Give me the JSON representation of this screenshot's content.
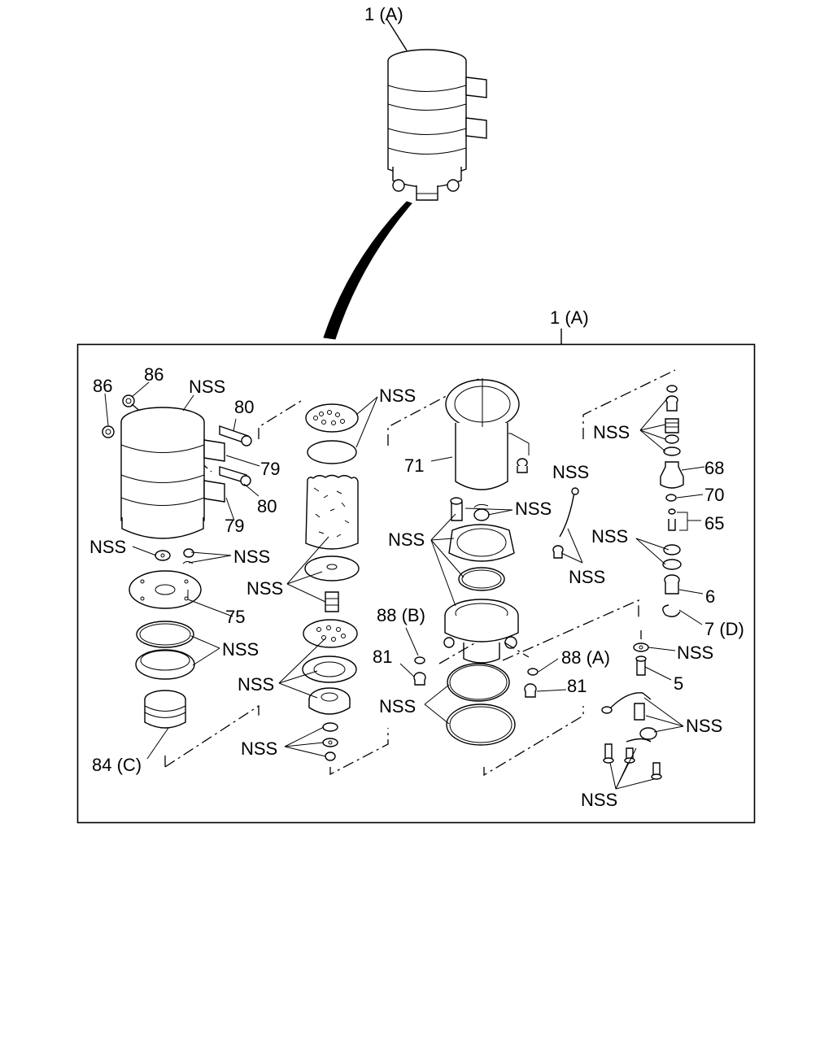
{
  "top_assembly": {
    "label": "1 (A)"
  },
  "frame": {
    "label": "1 (A)"
  },
  "callouts": {
    "c86a": "86",
    "c86b": "86",
    "nss_cover": "NSS",
    "c80a": "80",
    "c79a": "79",
    "c80b": "80",
    "c79b": "79",
    "nss_left_a": "NSS",
    "nss_left_b": "NSS",
    "c75": "75",
    "nss_rings": "NSS",
    "c84": "84 (C)",
    "nss_top_mid": "NSS",
    "nss_mid_a": "NSS",
    "nss_mid_b": "NSS",
    "nss_mid_c": "NSS",
    "c71": "71",
    "nss_bowl": "NSS",
    "nss_bolt": "NSS",
    "nss_head": "NSS",
    "nss_pipe": "NSS",
    "c88b": "88 (B)",
    "c81a": "81",
    "c88a": "88 (A)",
    "c81b": "81",
    "nss_gaskets": "NSS",
    "nss_valve_top": "NSS",
    "c68": "68",
    "c70": "70",
    "c65": "65",
    "nss_valve_mid": "NSS",
    "c6": "6",
    "c7": "7 (D)",
    "nss_washer": "NSS",
    "c5": "5",
    "nss_sensor": "NSS",
    "nss_screws": "NSS"
  }
}
